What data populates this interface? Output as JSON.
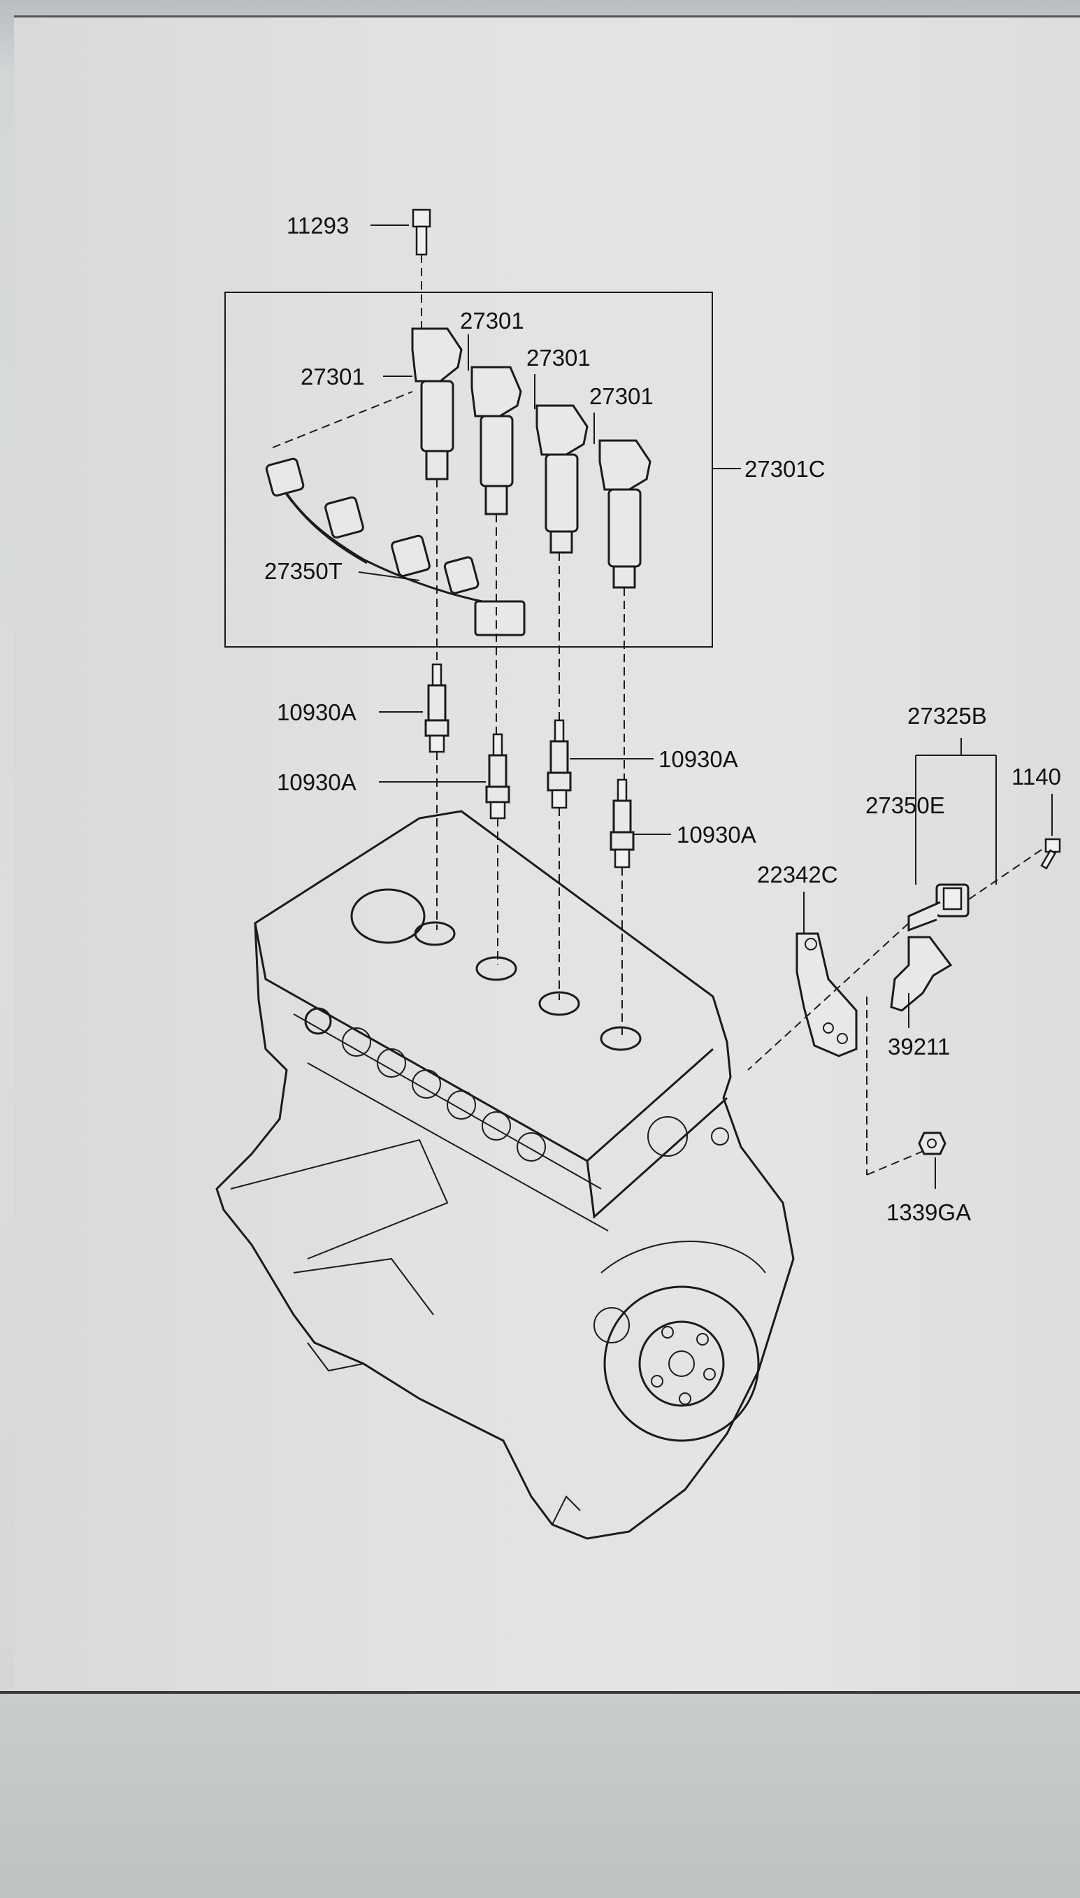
{
  "labels": {
    "bolt_top": "11293",
    "coil_a": "27301",
    "coil_b": "27301",
    "coil_c": "27301",
    "coil_d": "27301",
    "coil_assembly": "27301C",
    "harness": "27350T",
    "plug_a": "10930A",
    "plug_b": "10930A",
    "plug_c": "10930A",
    "plug_d": "10930A",
    "sensor_assembly": "27325B",
    "sensor_bolt": "1140",
    "sensor_harness": "27350E",
    "bracket_plate": "22342C",
    "bracket_small": "39211",
    "nut": "1339GA"
  }
}
